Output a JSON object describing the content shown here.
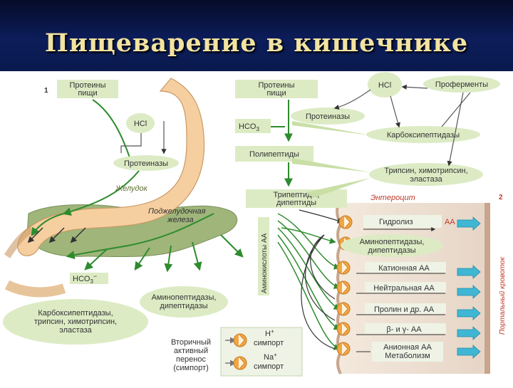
{
  "slide": {
    "title": "Пищеварение в кишечнике"
  },
  "panel1": {
    "number": "1",
    "proteins_food": [
      "Протеины",
      "пищи"
    ],
    "hcl": "HCl",
    "proteases": "Протеиназы",
    "stomach": "Желудок",
    "pancreas": [
      "Поджелудочная",
      "железа"
    ],
    "hco3": "HCO",
    "hco3_sub": "3",
    "hco3_sup": "−",
    "aminopeptidases": [
      "Аминопептидазы,",
      "дипептидазы"
    ],
    "carboxy_list": [
      "Карбоксипептидазы,",
      "трипсин, химотрипсин,",
      "эластаза"
    ],
    "secondary": [
      "Вторичный",
      "активный",
      "перенос",
      "(симпорт)"
    ],
    "h_symport": [
      "H",
      "+",
      "симпорт"
    ],
    "na_symport": [
      "Na",
      "+",
      "симпорт"
    ]
  },
  "panel2": {
    "number": "2",
    "proteins_food": [
      "Протеины",
      "пищи"
    ],
    "hcl": "HCl",
    "proenzymes": "Проферменты",
    "hco3": "HCO",
    "hco3_sub": "3",
    "proteases": "Протеиназы",
    "carboxypeptidase": "Карбоксипептидазы",
    "polypeptides": "Полипептиды",
    "trypsin": [
      "Трипсин, химотрипсин,",
      "эластаза"
    ],
    "tripeptides": [
      "Трипептиды,",
      "дипептиды"
    ],
    "enterocyte": "Энтероцит",
    "amino_acids": "Аминокислоты АА",
    "hydrolysis": "Гидролиз",
    "aa": "АА",
    "aminopeptidases": [
      "Аминопептидазы,",
      "дипептидазы"
    ],
    "cationic": "Катионная АА",
    "neutral": "Нейтральная АА",
    "proline": "Пролин и др. АА",
    "beta_gamma": "β- и γ- АА",
    "anionic": [
      "Анионная АА",
      "Метаболизм"
    ],
    "portal": "Портальный кровоток"
  },
  "colors": {
    "title_text": "#f2e3a0",
    "box_fill": "#dcebc4",
    "arrow_green": "#2e8b2e",
    "stomach_fill": "#f5cfa0",
    "pancreas_fill": "#9fb57a",
    "carrier": "#f2a544",
    "aa_cyan": "#3fb7d4"
  }
}
